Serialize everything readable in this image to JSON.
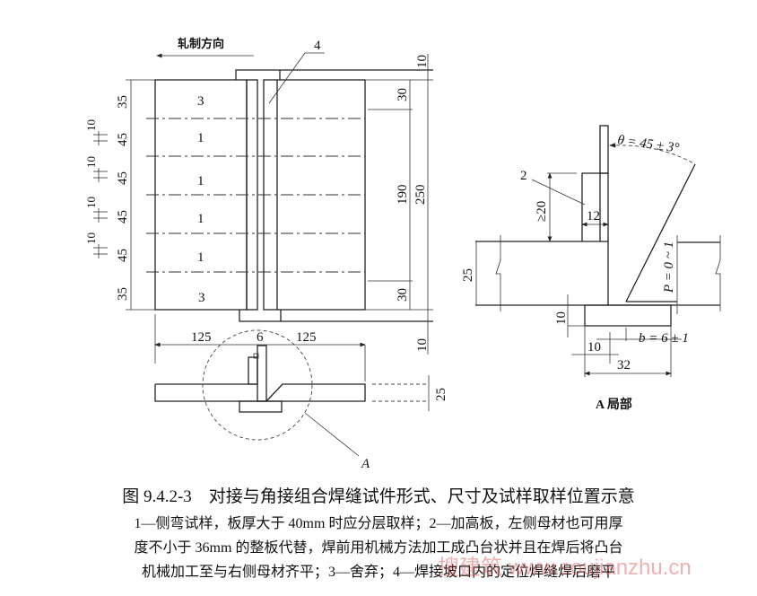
{
  "main_view": {
    "rolling_direction": "轧制方向",
    "callout_4": "4",
    "strip_labels": [
      "3",
      "1",
      "1",
      "1",
      "1",
      "3"
    ],
    "left_dims": [
      "35",
      "45",
      "45",
      "45",
      "45",
      "35"
    ],
    "spacing_dims": [
      "10",
      "10",
      "10",
      "10"
    ],
    "right_dims": {
      "top_ext": "10",
      "top_30": "30",
      "d190": "190",
      "d250": "250",
      "bottom_30": "30",
      "bottom_ext": "10"
    }
  },
  "section_view": {
    "w_left": "125",
    "gap": "6",
    "w_right": "125",
    "thickness": "25",
    "detail_callout": "A"
  },
  "detail_view": {
    "angle": "θ = 45 ± 3°",
    "callout_2": "2",
    "min_height": "≥20",
    "block_width": "12",
    "plate_thickness": "25",
    "root_face": "P = 0 ~ 1",
    "backing_thickness": "10",
    "gap": "b = 6 ± 1",
    "offset": "10",
    "backing_width": "32",
    "caption": "A 局部"
  },
  "caption": {
    "title": "图 9.4.2-3　对接与角接组合焊缝试件形式、尺寸及试样取样位置示意",
    "notes": [
      "1—侧弯试样，板厚大于 40mm 时应分层取样；2—加高板，左侧母材也可用厚",
      "度不小于 36mm 的整板代替，焊前用机械方法加工成凸台状并且在焊后将凸台",
      "机械加工至与右侧母材齐平；3—舍弃；4—焊接坡口内的定位焊缝焊后磨平"
    ]
  },
  "watermark": "搜建筑 www.soujianzhu.cn"
}
